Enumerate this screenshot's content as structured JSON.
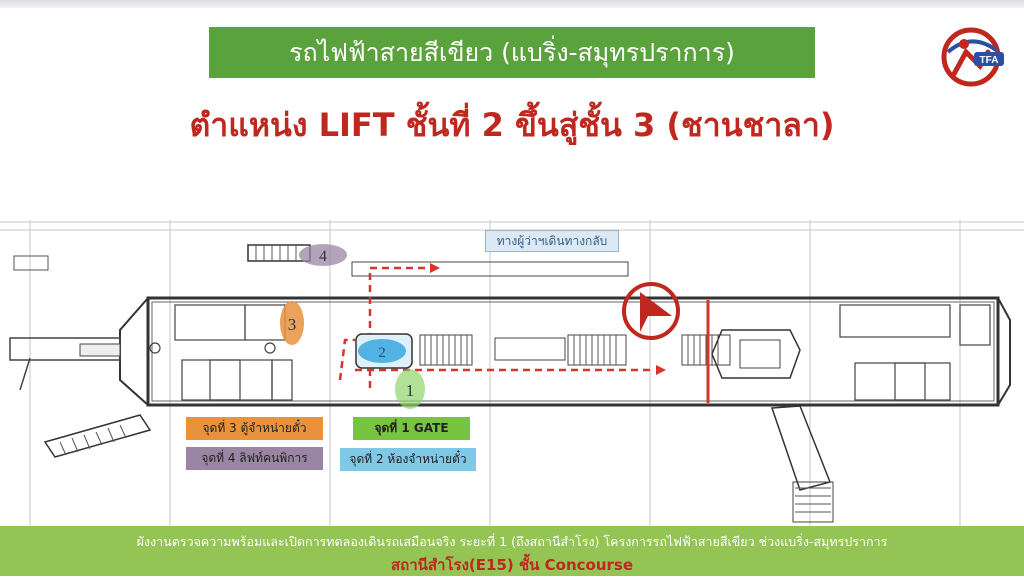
{
  "header": {
    "title": "รถไฟฟ้าสายสีเขียว (แบริ่ง-สมุทรปราการ)",
    "subtitle": "ตำแหน่ง LIFT ชั้นที่ 2 ขึ้นสู่ชั้น 3 (ชานชาลา)"
  },
  "logo": {
    "text": "TFA"
  },
  "plan": {
    "return_label": "ทางผู้ว่าฯเดินทางกลับ",
    "markers": {
      "m1": "1",
      "m2": "2",
      "m3": "3",
      "m4": "4"
    }
  },
  "legend": {
    "point3": "จุดที่ 3 ตู้จำหน่ายตั๋ว",
    "point4": "จุดที่ 4 ลิฟท์คนพิการ",
    "point1": "จุดที่ 1 GATE",
    "point2": "จุดที่ 2 ห้องจำหน่ายตั๋ว"
  },
  "footer": {
    "line1": "ผังงานตรวจความพร้อมและเปิดการทดลองเดินรถเสมือนจริง ระยะที่ 1 (ถึงสถานีสำโรง) โครงการรถไฟฟ้าสายสีเขียว ช่วงแบริ่ง-สมุทรปราการ",
    "line2": "สถานีสำโรง(E15) ชั้น Concourse"
  },
  "colors": {
    "title_bg": "#5aa23c",
    "subtitle_red": "#c0271f",
    "footer_bg": "#93c454",
    "route_red": "#d9342b"
  }
}
